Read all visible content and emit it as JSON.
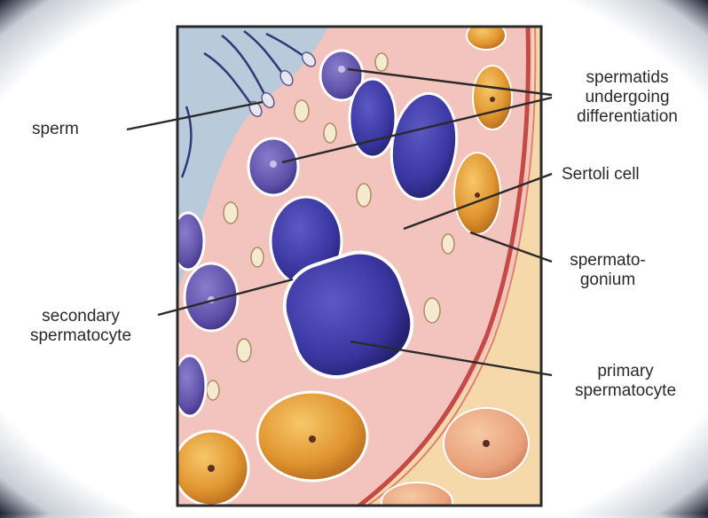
{
  "labels": {
    "sperm": "sperm",
    "spermatids": [
      "spermatids",
      "undergoing",
      "differentiation"
    ],
    "sertoli": "Sertoli cell",
    "spermatogonium": [
      "spermato-",
      "gonium"
    ],
    "secondary": [
      "secondary",
      "spermatocyte"
    ],
    "primary": [
      "primary",
      "spermatocyte"
    ]
  },
  "colors": {
    "tissue": "#f2c7c0",
    "lumen": "#b7c9dc",
    "membrane_outer": "#f6dcb0",
    "basement": "#c8504b",
    "spermatocyte": "#3e3a9c",
    "spermatid": "#6a5aa8",
    "spermatogonium": "#d9872a",
    "sertoli_nucleus": "#f3e9c8",
    "leader_line": "#2a2a2a"
  }
}
